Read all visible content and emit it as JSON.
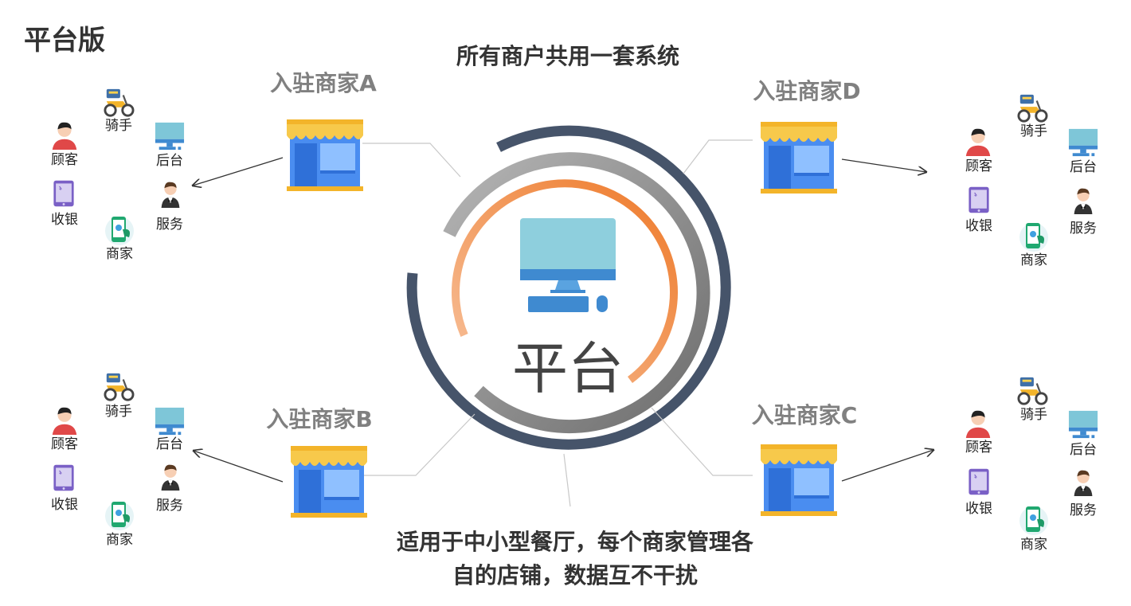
{
  "page_title": "平台版",
  "top_caption": "所有商户共用一套系统",
  "bottom_caption_line1": "适用于中小型餐厅，每个商家管理各",
  "bottom_caption_line2": "自的店铺，数据互不干扰",
  "center_label": "平台",
  "colors": {
    "outer_ring": "#46546a",
    "middle_ring": "#9a9a9a",
    "inner_ring": "#ef8a3c",
    "monitor": "#8ecfdd",
    "store_awning": "#f7c94b",
    "store_body": "#4a8df0",
    "arrow": "#333333",
    "connector": "#c8c8c8"
  },
  "role_labels": {
    "rider": "骑手",
    "customer": "顾客",
    "backend": "后台",
    "cashier": "收银",
    "service": "服务",
    "merchant": "商家"
  },
  "merchants": [
    {
      "id": "a",
      "name": "入驻商家A"
    },
    {
      "id": "b",
      "name": "入驻商家B"
    },
    {
      "id": "c",
      "name": "入驻商家C"
    },
    {
      "id": "d",
      "name": "入驻商家D"
    }
  ]
}
